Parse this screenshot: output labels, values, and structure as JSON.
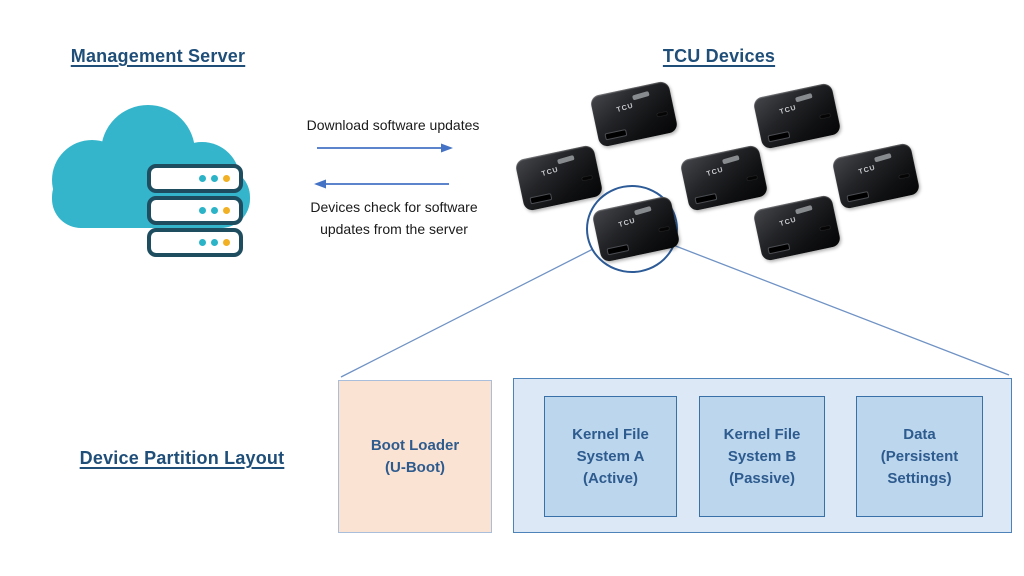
{
  "management_server": {
    "title": "Management Server",
    "icon": "cloud-server-icon",
    "colors": {
      "cloud": "#35b5cb",
      "server_outline": "#1e4d5f",
      "dot_teal": "#2bb3c8",
      "dot_yellow": "#f2b124"
    }
  },
  "tcu_devices": {
    "title": "TCU Devices",
    "device_label": "TCU",
    "device_count": 7,
    "highlight_circle_color": "#2d5b97"
  },
  "flows": {
    "download_label": "Download software updates",
    "check_label_line1": "Devices check for software",
    "check_label_line2": "updates from the server",
    "arrow_color": "#4472c4",
    "connector_color": "#6f92c4"
  },
  "partition": {
    "title": "Device Partition Layout",
    "text_color": "#2e5b8e",
    "boot_loader": {
      "line1": "Boot Loader",
      "line2": "(U-Boot)",
      "fill": "#fbe3d4",
      "border": "#a9bedb"
    },
    "container": {
      "fill": "#dce8f5",
      "border": "#4d83b8"
    },
    "slot_fill": "#bcd6ee",
    "slot_border": "#3a70a8",
    "slots": [
      {
        "line1": "Kernel File",
        "line2": "System A",
        "line3": "(Active)"
      },
      {
        "line1": "Kernel File",
        "line2": "System B",
        "line3": "(Passive)"
      },
      {
        "line1": "Data",
        "line2": "(Persistent",
        "line3": "Settings)"
      }
    ]
  }
}
